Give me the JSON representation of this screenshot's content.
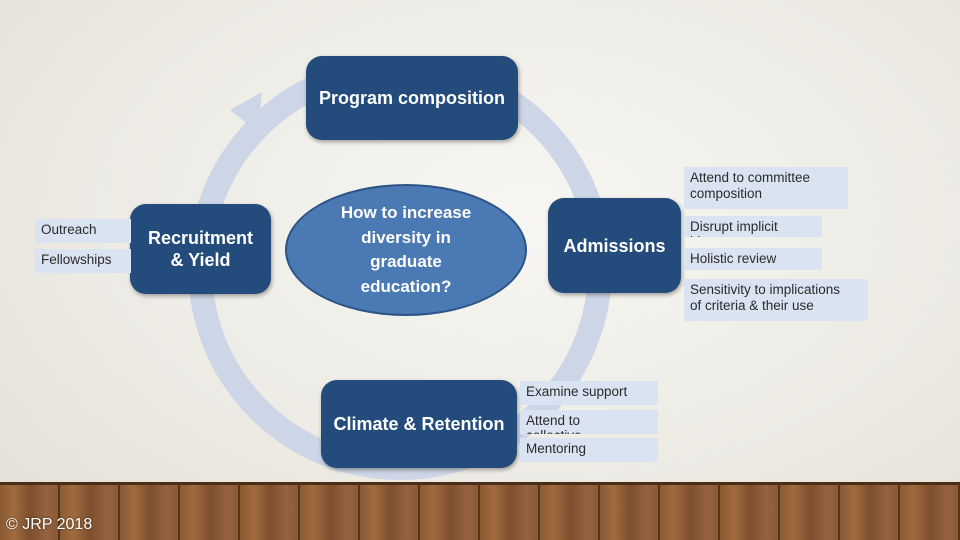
{
  "center": {
    "question": "How to increase\ndiversity in\ngraduate\neducation?"
  },
  "stages": {
    "program_composition": "Program composition",
    "admissions": "Admissions",
    "climate_retention": "Climate & Retention",
    "recruitment_yield": "Recruitment\n& Yield"
  },
  "recruitment_notes": [
    "Outreach",
    "Fellowships"
  ],
  "admissions_notes": [
    "Attend to committee\ncomposition",
    "Disrupt implicit\nbias",
    "Holistic review",
    "Sensitivity to implications\nof criteria & their use"
  ],
  "climate_notes": [
    "Examine support",
    "Attend to\ncollective",
    "Mentoring"
  ],
  "footer": {
    "copyright": "© JRP 2018"
  },
  "colors": {
    "stage_box": "#234b7c",
    "center_oval": "#4a79b4",
    "cycle_arrow": "#cdd6e6",
    "note_bg": "#d9e3f1"
  }
}
